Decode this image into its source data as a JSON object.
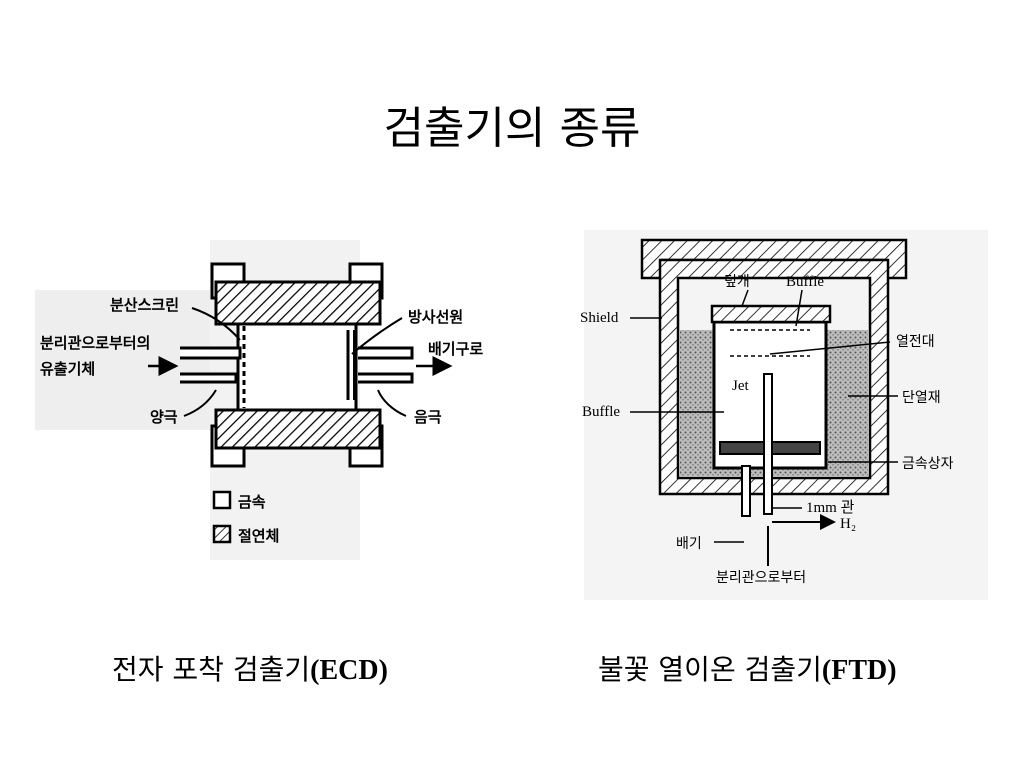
{
  "title": "검출기의 종류",
  "ecd": {
    "labels": {
      "dispersion_screen": "분산스크린",
      "column_effluent_1": "분리관으로부터의",
      "column_effluent_2": "유출기체",
      "anode": "양극",
      "radiation_source": "방사선원",
      "exhaust": "배기구로",
      "cathode": "음극",
      "legend_metal": "금속",
      "legend_insulator": "절연체"
    },
    "caption_main": "전자 포착 검출기",
    "caption_abbr": "(ECD)"
  },
  "ftd": {
    "labels": {
      "lid": "덮개",
      "baffle_top": "Buffle",
      "shield": "Shield",
      "thermocouple": "열전대",
      "jet": "Jet",
      "baffle_left": "Buffle",
      "insulator": "단열재",
      "metal_box": "금속상자",
      "tube": "1mm 관",
      "hydrogen": "H₂",
      "exhaust": "배기",
      "from_column": "분리관으로부터"
    },
    "caption_main": "불꽃 열이온 검출기",
    "caption_abbr": "(FTD)"
  }
}
